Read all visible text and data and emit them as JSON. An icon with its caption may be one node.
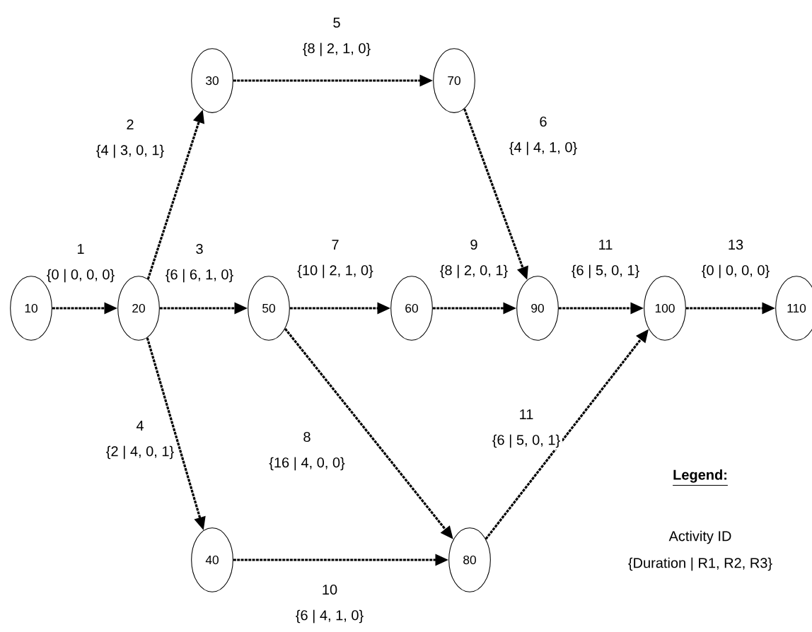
{
  "diagram": {
    "nodes": [
      {
        "text": [
          "30"
        ]
      },
      {
        "text": [
          "70"
        ]
      },
      {
        "text": [
          "10"
        ]
      },
      {
        "text": [
          "20"
        ]
      },
      {
        "text": [
          "50"
        ]
      },
      {
        "text": [
          "60"
        ]
      },
      {
        "text": [
          "90"
        ]
      },
      {
        "text": [
          "100"
        ]
      },
      {
        "text": [
          "110"
        ]
      },
      {
        "text": [
          "40"
        ]
      },
      {
        "text": [
          "80"
        ]
      }
    ],
    "edges": [
      {
        "from": 2,
        "to": 3,
        "arrow": "to",
        "label": "1"
      },
      {
        "from": 3,
        "to": 0,
        "arrow": "to",
        "label": "2"
      },
      {
        "from": 3,
        "to": 4,
        "arrow": "to",
        "label": "3"
      },
      {
        "from": 3,
        "to": 9,
        "arrow": "to",
        "label": "4"
      },
      {
        "from": 0,
        "to": 1,
        "arrow": "to",
        "label": "5"
      },
      {
        "from": 1,
        "to": 6,
        "arrow": "to",
        "label": "6"
      },
      {
        "from": 4,
        "to": 5,
        "arrow": "to",
        "label": "7"
      },
      {
        "from": 4,
        "to": 10,
        "arrow": "to",
        "label": "8"
      },
      {
        "from": 5,
        "to": 6,
        "arrow": "to",
        "label": "9"
      },
      {
        "from": 9,
        "to": 10,
        "arrow": "to",
        "label": "10"
      },
      {
        "from": 6,
        "to": 7,
        "arrow": "to",
        "label": "11"
      },
      {
        "from": 10,
        "to": 7,
        "arrow": "to",
        "label": "11"
      },
      {
        "from": 7,
        "to": 8,
        "arrow": "to",
        "label": "13"
      }
    ],
    "labels": [
      "{0 | 0, 0, 0}",
      "{4 | 3, 0, 1}",
      "{6 | 6, 1, 0}",
      "{2 | 4, 0, 1}",
      "{8 | 2, 1, 0}",
      "{4 | 4, 1, 0}",
      "{10 | 2, 1, 0}",
      "{16 | 4, 0, 0}",
      "{8 | 2, 0, 1}",
      "{6 | 4, 1, 0}",
      "{6 | 5, 0, 1}",
      "{6 | 5, 0, 1}",
      "{0 | 0, 0, 0}",
      "Legend:",
      "Activity ID",
      "{Duration | R1, R2, R3}"
    ]
  }
}
